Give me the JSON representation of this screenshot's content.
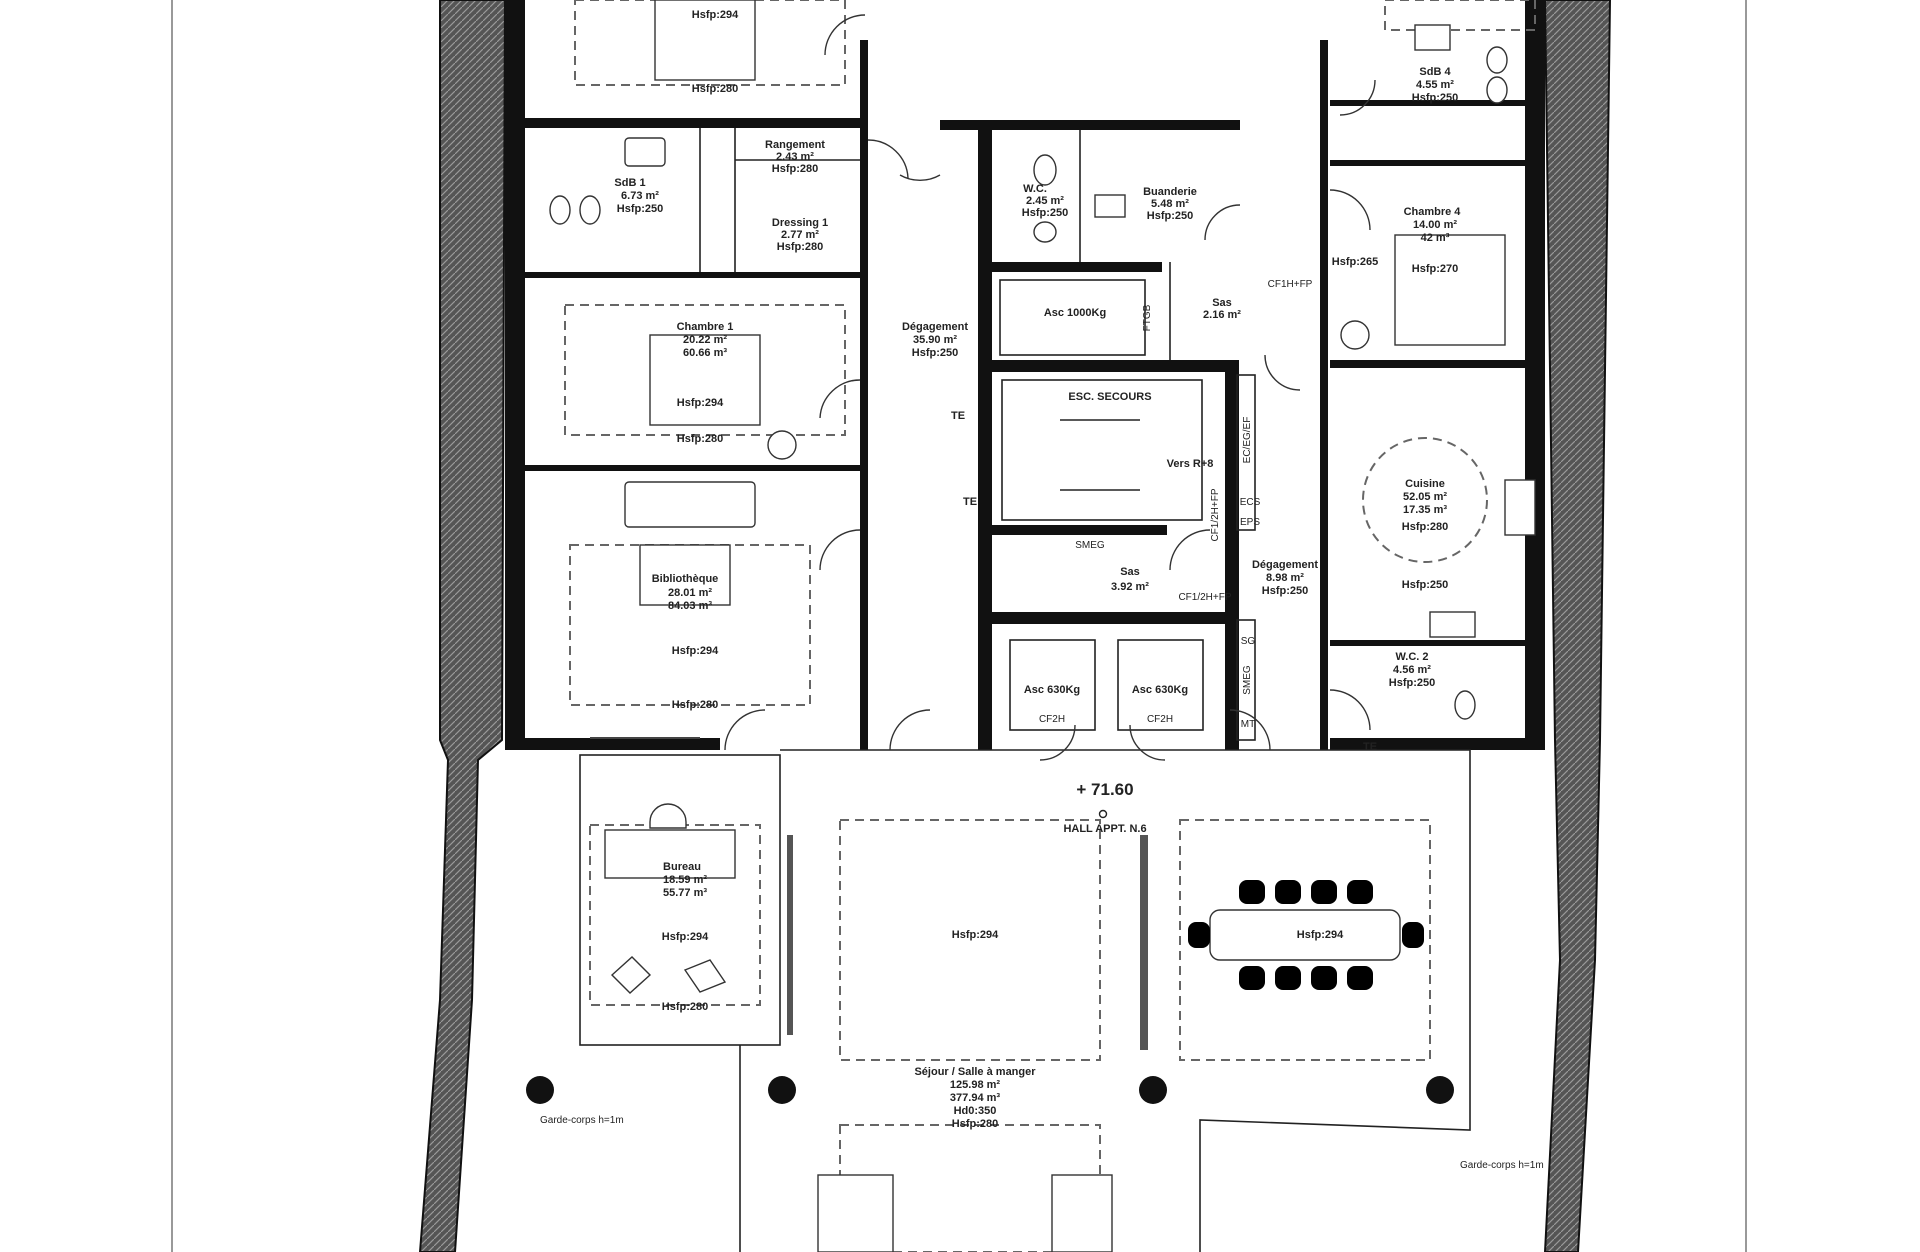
{
  "rooms": {
    "sdb1": {
      "name": "SdB 1",
      "area": "6.73 m²",
      "height": "Hsfp:250"
    },
    "rangement": {
      "name": "Rangement",
      "area": "2.43 m²",
      "height": "Hsfp:280"
    },
    "dressing1": {
      "name": "Dressing 1",
      "area": "2.77 m²",
      "height": "Hsfp:280"
    },
    "wc1": {
      "name": "W.C.",
      "area": "2.45 m²",
      "height": "Hsfp:250"
    },
    "buanderie": {
      "name": "Buanderie",
      "area": "5.48 m²",
      "height": "Hsfp:250"
    },
    "sdb4": {
      "name": "SdB 4",
      "area": "4.55 m²",
      "height": "Hsfp:250"
    },
    "chambre4": {
      "name": "Chambre 4",
      "area": "14.00 m²",
      "volume": "42 m³",
      "height": "Hsfp:270",
      "side_height": "Hsfp:265"
    },
    "chambre1": {
      "name": "Chambre 1",
      "area": "20.22 m²",
      "volume": "60.66 m³",
      "height": "Hsfp:294",
      "height2": "Hsfp:280"
    },
    "degagement1": {
      "name": "Dégagement",
      "area": "35.90 m²",
      "height": "Hsfp:250"
    },
    "asc1000": {
      "name": "Asc 1000Kg"
    },
    "sas1": {
      "name": "Sas",
      "area": "2.16 m²",
      "door": "CF1H+FP"
    },
    "escalier": {
      "name": "ESC. SECOURS",
      "note": "Vers R+8"
    },
    "sas2": {
      "name": "Sas",
      "area": "3.92 m²",
      "door": "CF1/2H+FP"
    },
    "degagement2": {
      "name": "Dégagement",
      "area": "8.98 m²",
      "height": "Hsfp:250"
    },
    "cuisine": {
      "name": "Cuisine",
      "area": "52.05 m²",
      "volume": "17.35 m³",
      "height": "Hsfp:280",
      "height2": "Hsfp:250"
    },
    "wc2": {
      "name": "W.C. 2",
      "area": "4.56 m²",
      "height": "Hsfp:250"
    },
    "bibliotheque": {
      "name": "Bibliothèque",
      "area": "28.01 m²",
      "volume": "84.03 m³",
      "height": "Hsfp:294",
      "height2": "Hsfp:280"
    },
    "asc630a": {
      "name": "Asc 630Kg",
      "door": "CF2H"
    },
    "asc630b": {
      "name": "Asc 630Kg",
      "door": "CF2H"
    },
    "bureau": {
      "name": "Bureau",
      "area": "18.59 m²",
      "volume": "55.77 m³",
      "height": "Hsfp:294",
      "height2": "Hsfp:280"
    },
    "sejour": {
      "name": "Séjour / Salle à manger",
      "area": "125.98 m²",
      "volume": "377.94 m³",
      "hd": "Hd0:350",
      "height": "Hsfp:280",
      "zone1": "Hsfp:294",
      "zone2": "Hsfp:294"
    },
    "top_left": {
      "height": "Hsfp:294",
      "height2": "Hsfp:280"
    }
  },
  "labels": {
    "level": "+ 71.60",
    "hall": "HALL APPT. N.6",
    "garde_corps_left": "Garde-corps h=1m",
    "garde_corps_right": "Garde-corps h=1m",
    "te": "TE",
    "ec_eg_ef": "EC/EG/EF",
    "ecs": "ECS",
    "eps": "EPS",
    "sg": "SG",
    "mt": "MT",
    "smeg": "SMEG",
    "ftgb": "FTGB",
    "cf1": "CF1/2H+FP"
  }
}
